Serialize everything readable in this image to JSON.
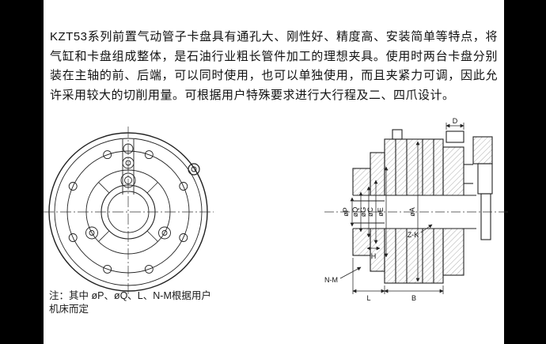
{
  "page": {
    "paragraph": "KZT53系列前置气动管子卡盘具有通孔大、刚性好、精度高、安装简单等特点，将气缸和卡盘组成整体，是石油行业粗长管件加工的理想夹具。使用时两台卡盘分别装在主轴的前、后端，可以同时使用，也可以单独使用，而且夹紧力可调，因此允许采用较大的切削用量。可根据用户特殊要求进行大行程及二、四爪设计。",
    "note": {
      "line1": "注：其中 øP、øQ、L、N-M根据用户",
      "line2": "机床而定"
    }
  },
  "dimensions": {
    "D": "D",
    "P": "øP",
    "Q": "øQ",
    "G": "øG",
    "C": "øC",
    "E": "øE",
    "A": "øA",
    "ZK": "Z-K",
    "H": "H",
    "NM": "N-M",
    "L": "L",
    "B": "B"
  },
  "colors": {
    "ink": "#141414",
    "line": "#222222",
    "page_bg": "#ffffff",
    "side_bar": "#000000"
  }
}
